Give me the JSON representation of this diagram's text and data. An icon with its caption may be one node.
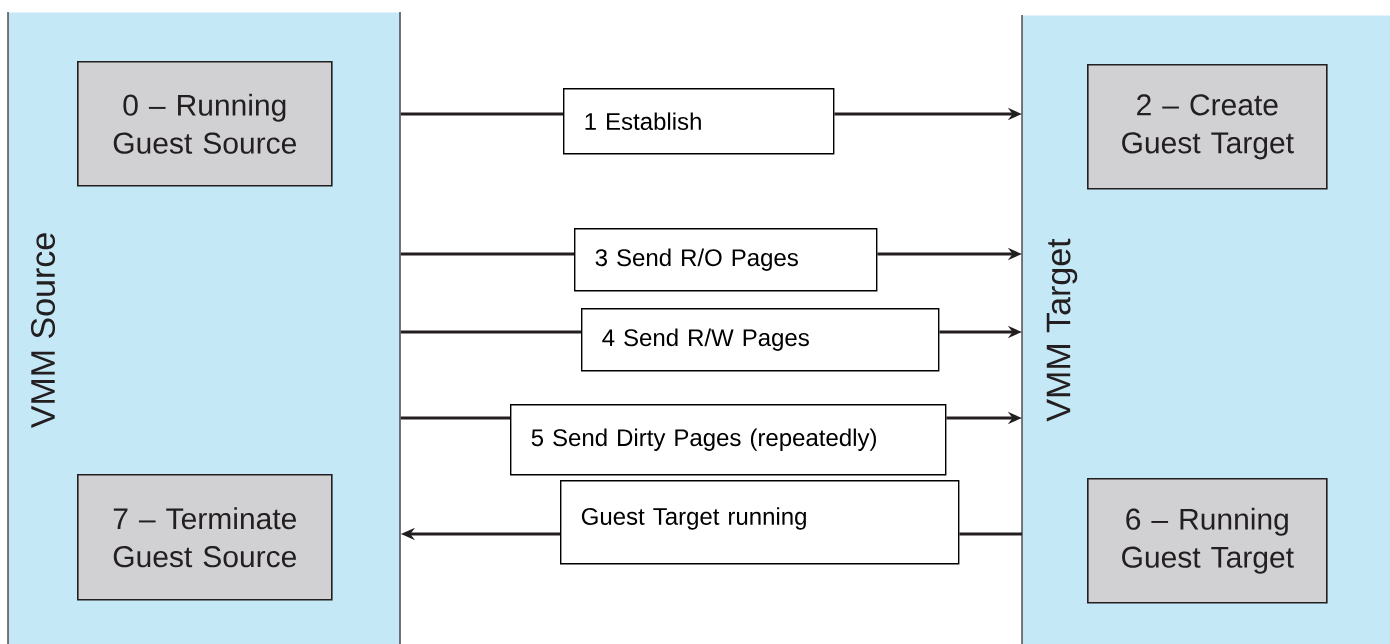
{
  "diagram": {
    "nodes": [
      {
        "text": [
          "VMM Source"
        ]
      },
      {
        "text": [
          "0 – Running Guest Source"
        ],
        "in": 0
      },
      {
        "text": [
          "7 – Terminate Guest Source"
        ],
        "in": 0
      },
      {
        "text": [
          "VMM Target"
        ]
      },
      {
        "text": [
          "2 – Create Guest Target"
        ],
        "in": 3
      },
      {
        "text": [
          "6 – Running Guest Target"
        ],
        "in": 3
      },
      {
        "text": [
          "1 Establish"
        ]
      },
      {
        "text": [
          "3 Send R/O Pages"
        ]
      },
      {
        "text": [
          "4 Send R/W Pages"
        ]
      },
      {
        "text": [
          "5 Send Dirty Pages (repeatedly)"
        ]
      },
      {
        "text": [
          "Guest Target running"
        ]
      }
    ],
    "edges": [
      {
        "from": 0,
        "to": 6,
        "arrow": "none"
      },
      {
        "from": 6,
        "to": 3,
        "arrow": "to"
      },
      {
        "from": 0,
        "to": 7,
        "arrow": "none"
      },
      {
        "from": 7,
        "to": 3,
        "arrow": "to"
      },
      {
        "from": 0,
        "to": 8,
        "arrow": "none"
      },
      {
        "from": 8,
        "to": 3,
        "arrow": "to"
      },
      {
        "from": 0,
        "to": 9,
        "arrow": "none"
      },
      {
        "from": 9,
        "to": 3,
        "arrow": "to"
      },
      {
        "from": 3,
        "to": 10,
        "arrow": "none"
      },
      {
        "from": 10,
        "to": 0,
        "arrow": "to"
      }
    ]
  }
}
